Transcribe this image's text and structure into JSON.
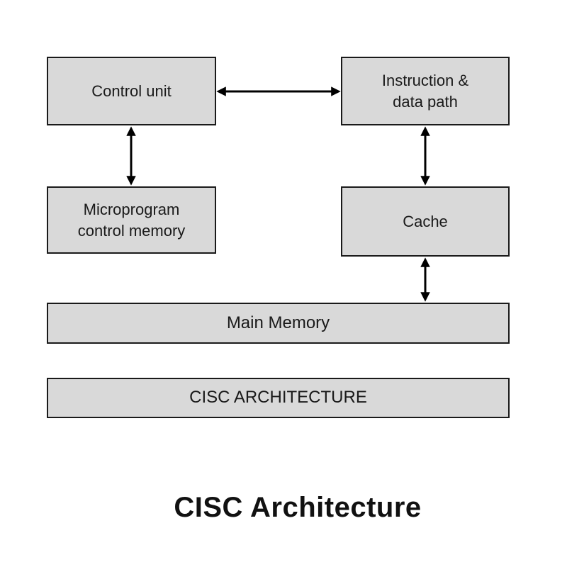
{
  "title": "CISC Architecture",
  "colors": {
    "background": "#ffffff",
    "box_fill": "#d9d9d9",
    "box_border": "#1a1a1a",
    "arrow": "#000000",
    "text": "#1a1a1a"
  },
  "diagram": {
    "boxes": [
      {
        "id": "control-unit",
        "label": "Control unit"
      },
      {
        "id": "instruction-data-path",
        "label": "Instruction &\ndata path"
      },
      {
        "id": "microprogram-control-memory",
        "label": "Microprogram\ncontrol memory"
      },
      {
        "id": "cache",
        "label": "Cache"
      },
      {
        "id": "main-memory",
        "label": "Main Memory"
      },
      {
        "id": "cisc-architecture-banner",
        "label": "CISC ARCHITECTURE"
      }
    ],
    "connections": [
      {
        "from": "control-unit",
        "to": "instruction-data-path",
        "type": "bidirectional"
      },
      {
        "from": "control-unit",
        "to": "microprogram-control-memory",
        "type": "bidirectional"
      },
      {
        "from": "instruction-data-path",
        "to": "cache",
        "type": "bidirectional"
      },
      {
        "from": "cache",
        "to": "main-memory",
        "type": "bidirectional"
      }
    ]
  }
}
